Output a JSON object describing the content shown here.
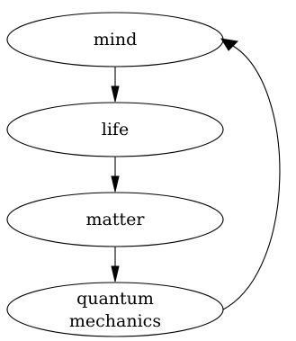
{
  "diagram": {
    "nodes": [
      {
        "id": "mind",
        "lines": [
          "mind"
        ]
      },
      {
        "id": "life",
        "lines": [
          "life"
        ]
      },
      {
        "id": "matter",
        "lines": [
          "matter"
        ]
      },
      {
        "id": "quantum-mechanics",
        "lines": [
          "quantum",
          "mechanics"
        ]
      }
    ],
    "edges": [
      {
        "from": "mind",
        "to": "life"
      },
      {
        "from": "life",
        "to": "matter"
      },
      {
        "from": "matter",
        "to": "quantum-mechanics"
      },
      {
        "from": "quantum-mechanics",
        "to": "mind"
      }
    ],
    "colors": {
      "stroke": "#000000",
      "fill": "#ffffff",
      "text": "#000000"
    }
  }
}
